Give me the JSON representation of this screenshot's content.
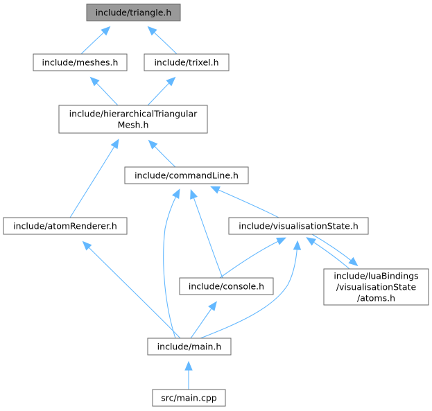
{
  "colors": {
    "edge": "#63b8ff",
    "node_fill": "#ffffff",
    "node_stroke": "#666666",
    "highlight_fill": "#999999"
  },
  "nodes": [
    {
      "id": "triangle",
      "lines": [
        "include/triangle.h"
      ],
      "highlight": true
    },
    {
      "id": "meshes",
      "lines": [
        "include/meshes.h"
      ]
    },
    {
      "id": "trixel",
      "lines": [
        "include/trixel.h"
      ]
    },
    {
      "id": "htm",
      "lines": [
        "include/hierarchicalTriangular",
        "Mesh.h"
      ]
    },
    {
      "id": "commandLine",
      "lines": [
        "include/commandLine.h"
      ]
    },
    {
      "id": "atomRenderer",
      "lines": [
        "include/atomRenderer.h"
      ]
    },
    {
      "id": "visualisationState",
      "lines": [
        "include/visualisationState.h"
      ]
    },
    {
      "id": "console",
      "lines": [
        "include/console.h"
      ]
    },
    {
      "id": "luaBindings",
      "lines": [
        "include/luaBindings",
        "/visualisationState",
        "/atoms.h"
      ]
    },
    {
      "id": "main",
      "lines": [
        "include/main.h"
      ]
    },
    {
      "id": "mainCpp",
      "lines": [
        "src/main.cpp"
      ]
    }
  ],
  "edges": [
    {
      "from": "meshes",
      "to": "triangle"
    },
    {
      "from": "trixel",
      "to": "triangle"
    },
    {
      "from": "htm",
      "to": "meshes"
    },
    {
      "from": "htm",
      "to": "trixel"
    },
    {
      "from": "atomRenderer",
      "to": "htm"
    },
    {
      "from": "commandLine",
      "to": "htm"
    },
    {
      "from": "main",
      "to": "commandLine"
    },
    {
      "from": "console",
      "to": "commandLine"
    },
    {
      "from": "visualisationState",
      "to": "commandLine"
    },
    {
      "from": "main",
      "to": "atomRenderer"
    },
    {
      "from": "console",
      "to": "visualisationState"
    },
    {
      "from": "main",
      "to": "visualisationState"
    },
    {
      "from": "luaBindings",
      "to": "visualisationState"
    },
    {
      "from": "visualisationState",
      "to": "luaBindings"
    },
    {
      "from": "main",
      "to": "console"
    },
    {
      "from": "mainCpp",
      "to": "main"
    }
  ]
}
